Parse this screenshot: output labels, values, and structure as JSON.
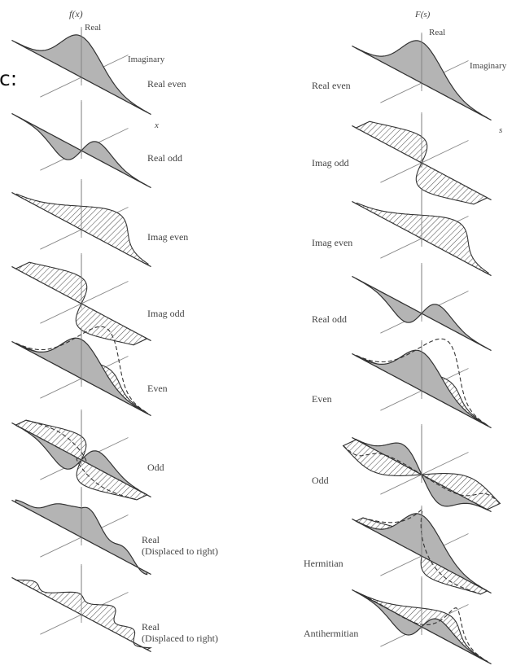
{
  "fragment_text": "ic:",
  "left_column": {
    "header": "f(x)",
    "axes": {
      "real": "Real",
      "imaginary": "Imaginary",
      "x": "x"
    },
    "panels": [
      {
        "label": "Real even"
      },
      {
        "label": "Real odd"
      },
      {
        "label": "Imag even"
      },
      {
        "label": "Imag odd"
      },
      {
        "label": "Even"
      },
      {
        "label": "Odd"
      },
      {
        "label": "Real\n(Displaced to right)"
      },
      {
        "label": "Real\n(Displaced to right)"
      }
    ]
  },
  "right_column": {
    "header": "F(s)",
    "axes": {
      "real": "Real",
      "imaginary": "Imaginary",
      "s": "s"
    },
    "panels": [
      {
        "label": "Real even"
      },
      {
        "label": "Imag odd"
      },
      {
        "label": "Imag even"
      },
      {
        "label": "Real odd"
      },
      {
        "label": "Even"
      },
      {
        "label": "Odd"
      },
      {
        "label": "Hermitian"
      },
      {
        "label": "Antihermitian"
      }
    ]
  },
  "colors": {
    "ink": "#333333",
    "fill_gray": "#b4b4b4",
    "hatch": "#555555"
  }
}
